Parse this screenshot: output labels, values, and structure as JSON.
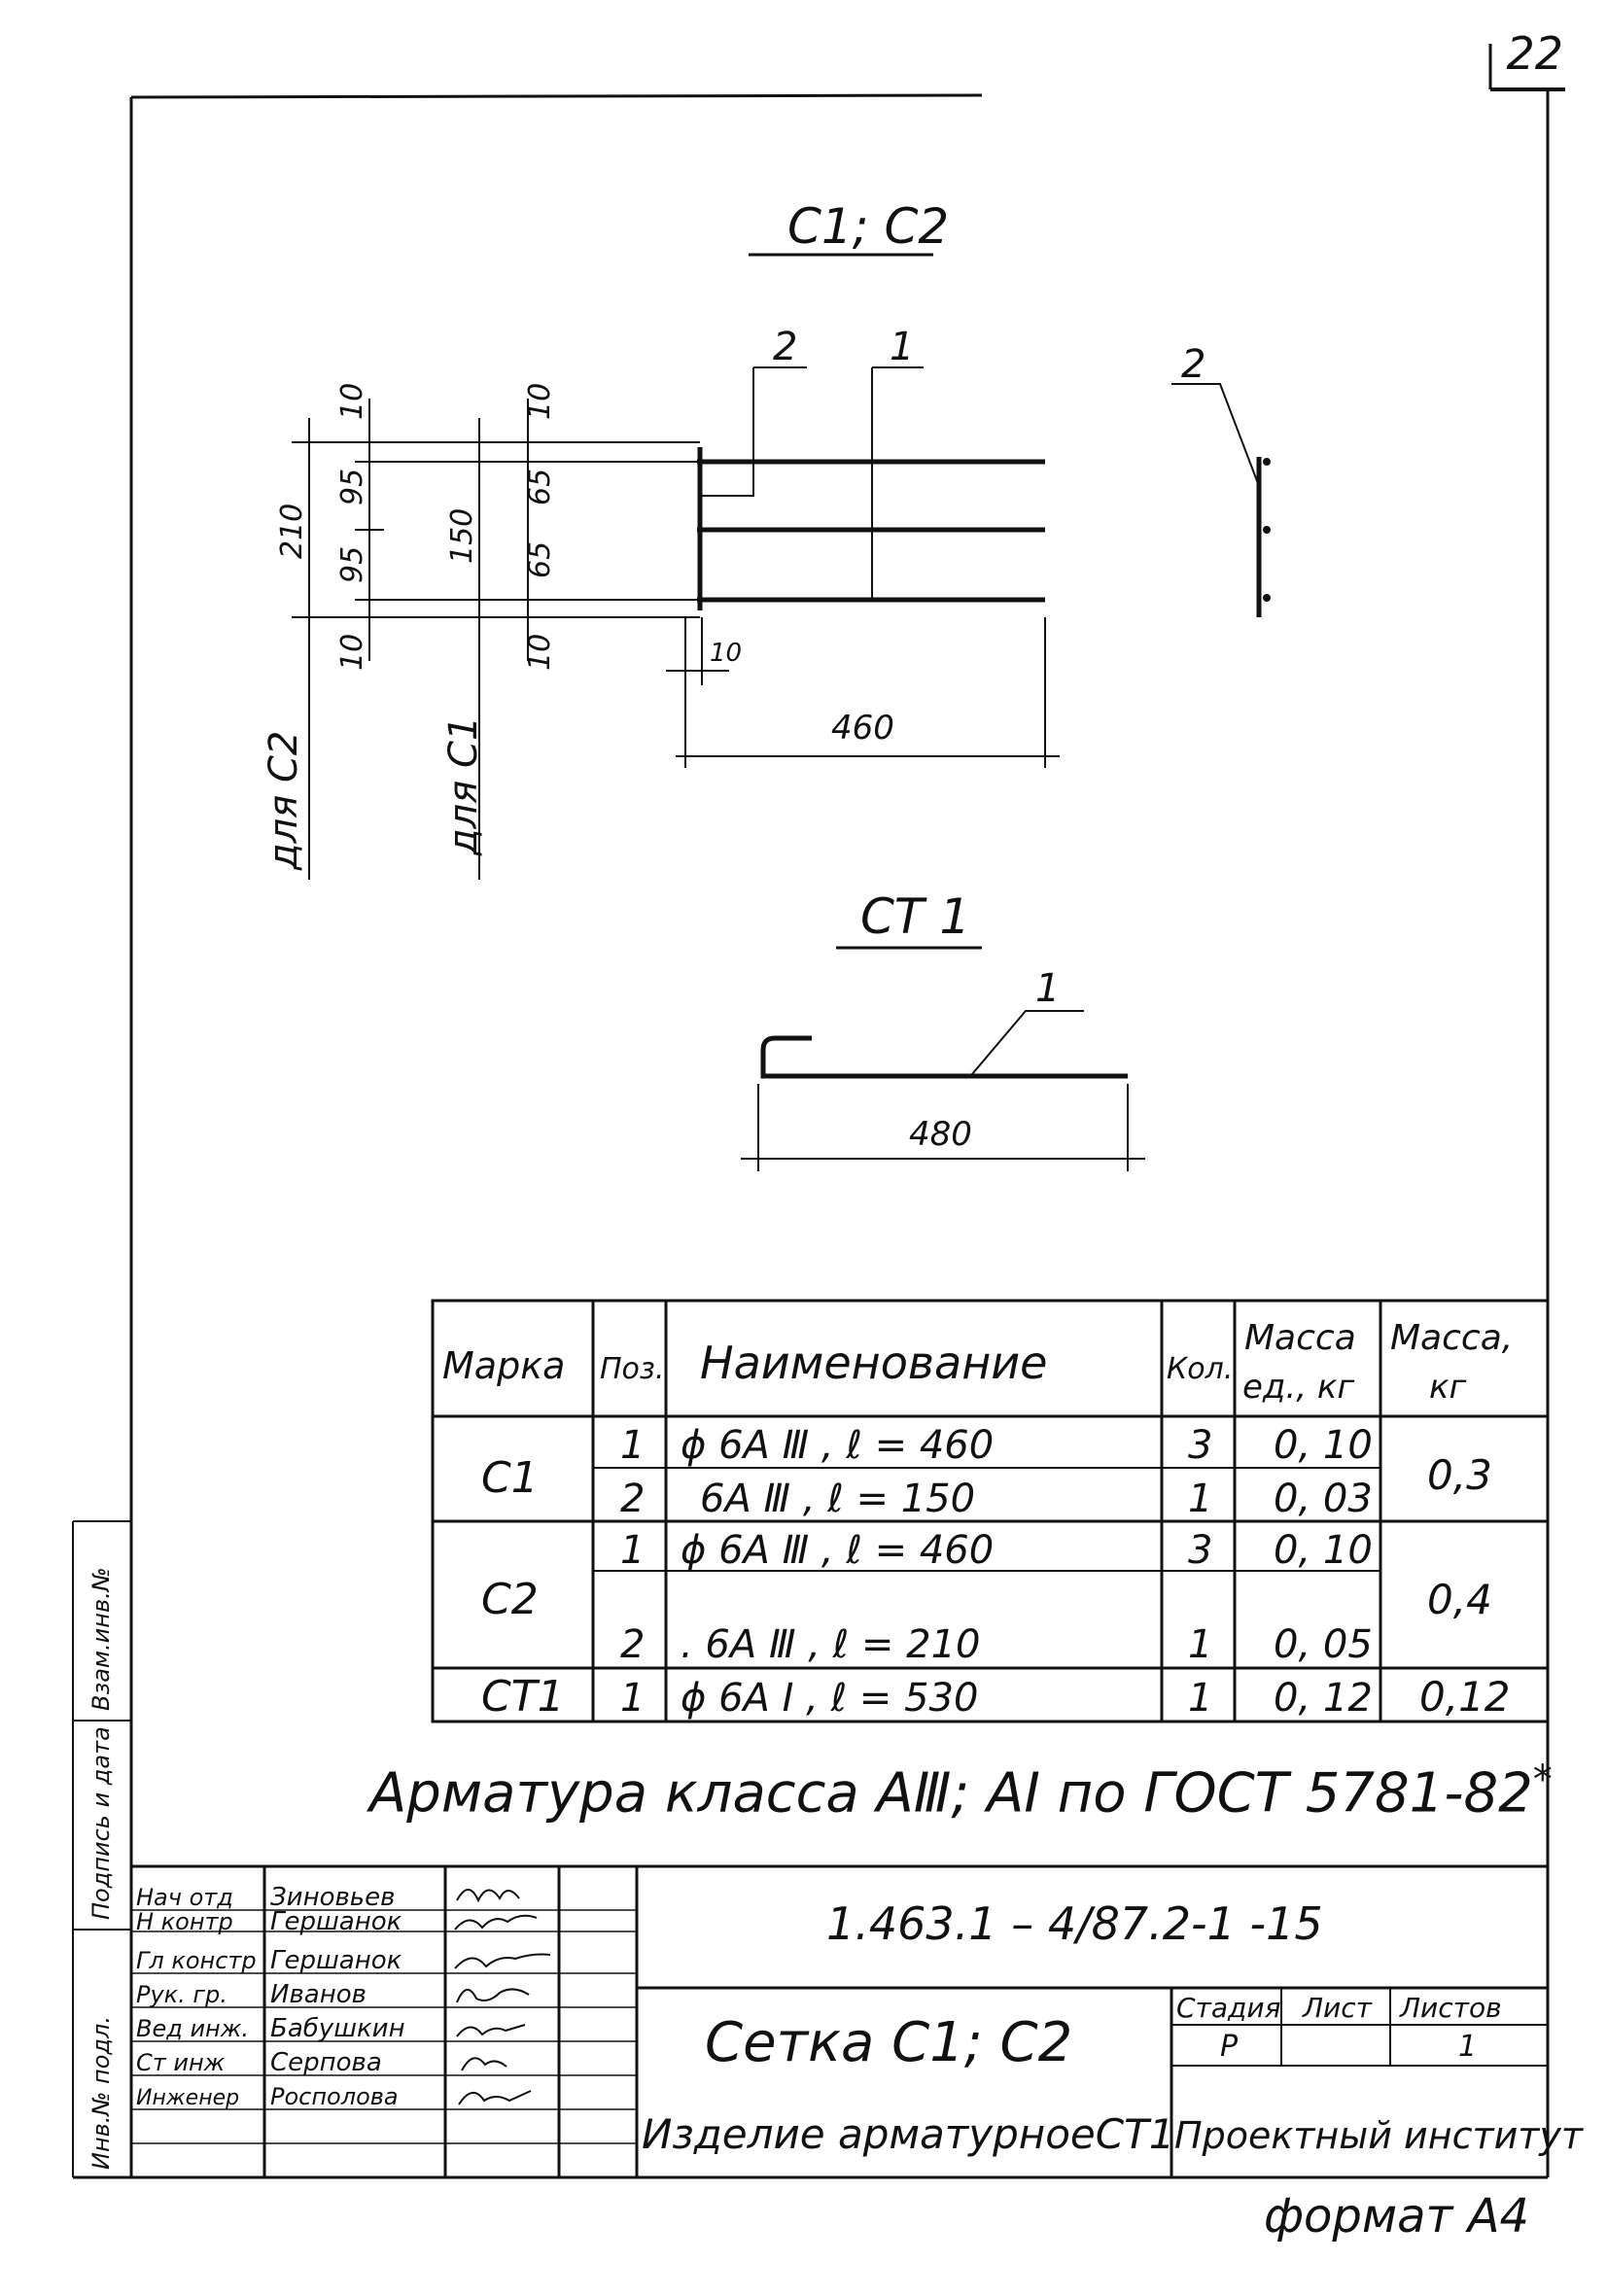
{
  "page_number": "22",
  "format_label": "формат А4",
  "drawing1": {
    "title": "С1; С2",
    "callouts": [
      "2",
      "1"
    ],
    "dims_left": {
      "top": "10",
      "a": "95",
      "b": "95",
      "total": "210",
      "bottom": "10",
      "label": "для С2"
    },
    "dims_mid": {
      "top": "10",
      "a": "65",
      "b": "65",
      "total": "150",
      "bottom": "10",
      "label": "для С1"
    },
    "dim_offset": "10",
    "dim_length": "460",
    "side_callout": "2"
  },
  "drawing2": {
    "title": "СТ 1",
    "callout": "1",
    "dim_length": "480"
  },
  "spec_table": {
    "headers": [
      "Марка",
      "Поз.",
      "Наименование",
      "Кол.",
      "Масса ед., кг",
      "Масса, кг"
    ],
    "rows": [
      {
        "mark": "С1",
        "pos": "1",
        "name": "ϕ 6А Ⅲ   ,  ℓ = 460",
        "qty": "3",
        "unit_mass": "0, 10",
        "total": "0,3"
      },
      {
        "mark": "",
        "pos": "2",
        "name": "6А Ⅲ   ,  ℓ = 150",
        "qty": "1",
        "unit_mass": "0, 03",
        "total": ""
      },
      {
        "mark": "С2",
        "pos": "1",
        "name": "ϕ 6А Ⅲ   ,  ℓ = 460",
        "qty": "3",
        "unit_mass": "0, 10",
        "total": "0,4"
      },
      {
        "mark": "",
        "pos": "2",
        "name": ". 6А Ⅲ   ,  ℓ = 210",
        "qty": "1",
        "unit_mass": "0, 05",
        "total": ""
      },
      {
        "mark": "СТ1",
        "pos": "1",
        "name": "ϕ 6А Ⅰ   ,  ℓ = 530",
        "qty": "1",
        "unit_mass": "0, 12",
        "total": "0,12"
      }
    ]
  },
  "note": {
    "text": "Арматура   класса  АⅢ;  АⅠ  по ГОСТ 5781-82",
    "mark": "*"
  },
  "side_stamp": [
    "Инв.№ подл.",
    "Подпись и дата",
    "Взам.инв.№"
  ],
  "title_block": {
    "signatures": [
      {
        "role": "Нач отд",
        "name": "Зиновьев"
      },
      {
        "role": "Н контр",
        "name": "Гершанок"
      },
      {
        "role": "Гл констр",
        "name": "Гершанок"
      },
      {
        "role": "Рук. гр.",
        "name": "Иванов"
      },
      {
        "role": "Вед инж.",
        "name": "Бабушкин"
      },
      {
        "role": "Ст инж",
        "name": "Серпова"
      },
      {
        "role": "Инженер",
        "name": "Росполова"
      }
    ],
    "designation": "1.463.1 – 4/87.2-1 -15",
    "title_line1": "Сетка С1; С2",
    "title_line2": "Изделие арматурноеСТ1",
    "stage_label": "Стадия",
    "sheet_label": "Лист",
    "sheets_label": "Листов",
    "stage": "Р",
    "sheet": "",
    "sheets": "1",
    "organization": "Проектный институт"
  }
}
